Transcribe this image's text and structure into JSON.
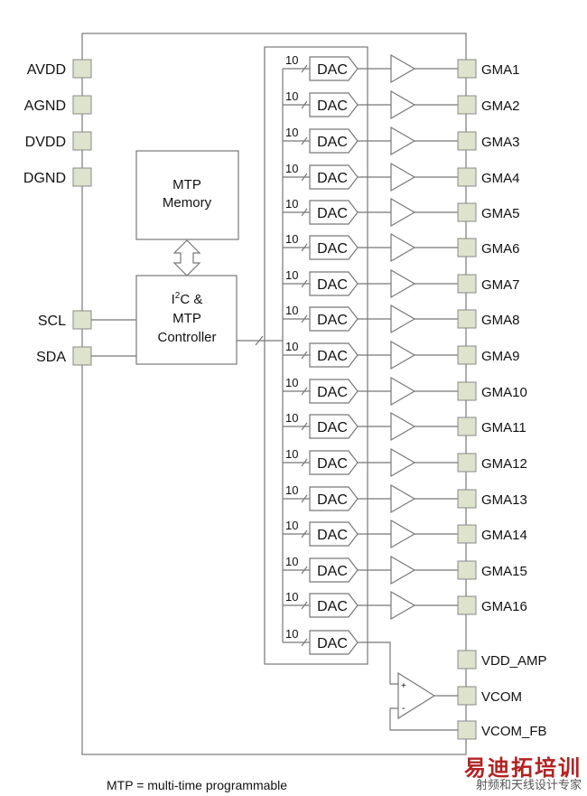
{
  "diagram": {
    "left_pins": [
      "AVDD",
      "AGND",
      "DVDD",
      "DGND"
    ],
    "serial_pins": [
      "SCL",
      "SDA"
    ],
    "mtp_memory": {
      "line1": "MTP",
      "line2": "Memory"
    },
    "controller": {
      "line1": "I",
      "sup": "2",
      "line1b": "C &",
      "line2": "MTP",
      "line3": "Controller"
    },
    "dac_label": "DAC",
    "bus_width": "10",
    "output_pins": [
      "GMA1",
      "GMA2",
      "GMA3",
      "GMA4",
      "GMA5",
      "GMA6",
      "GMA7",
      "GMA8",
      "GMA9",
      "GMA10",
      "GMA11",
      "GMA12",
      "GMA13",
      "GMA14",
      "GMA15",
      "GMA16"
    ],
    "vcom_pins": [
      "VDD_AMP",
      "VCOM",
      "VCOM_FB"
    ],
    "opamp_signs": {
      "plus": "+",
      "minus": "-"
    }
  },
  "caption": "MTP = multi-time programmable",
  "watermark": {
    "main": "易迪拓培训",
    "sub": "射频和天线设计专家"
  },
  "colors": {
    "pin_fill": "#dde3cc",
    "pin_stroke": "#888888",
    "line": "#777777",
    "watermark": "#b22222"
  }
}
